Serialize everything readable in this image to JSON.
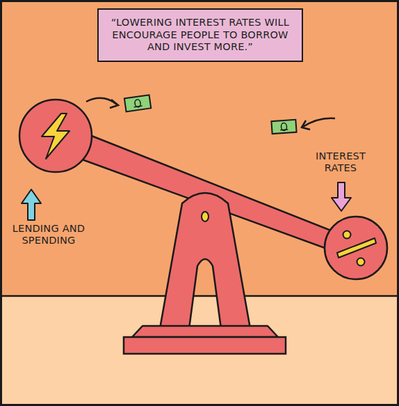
{
  "diagram": {
    "nodes": [
      {
        "text": [
          "“LOWERING INTEREST RATES WILL ENCOURAGE PEOPLE TO BORROW AND INVEST MORE.”"
        ]
      }
    ],
    "labels": [
      "LENDING AND SPENDING",
      "INTEREST RATES"
    ]
  }
}
